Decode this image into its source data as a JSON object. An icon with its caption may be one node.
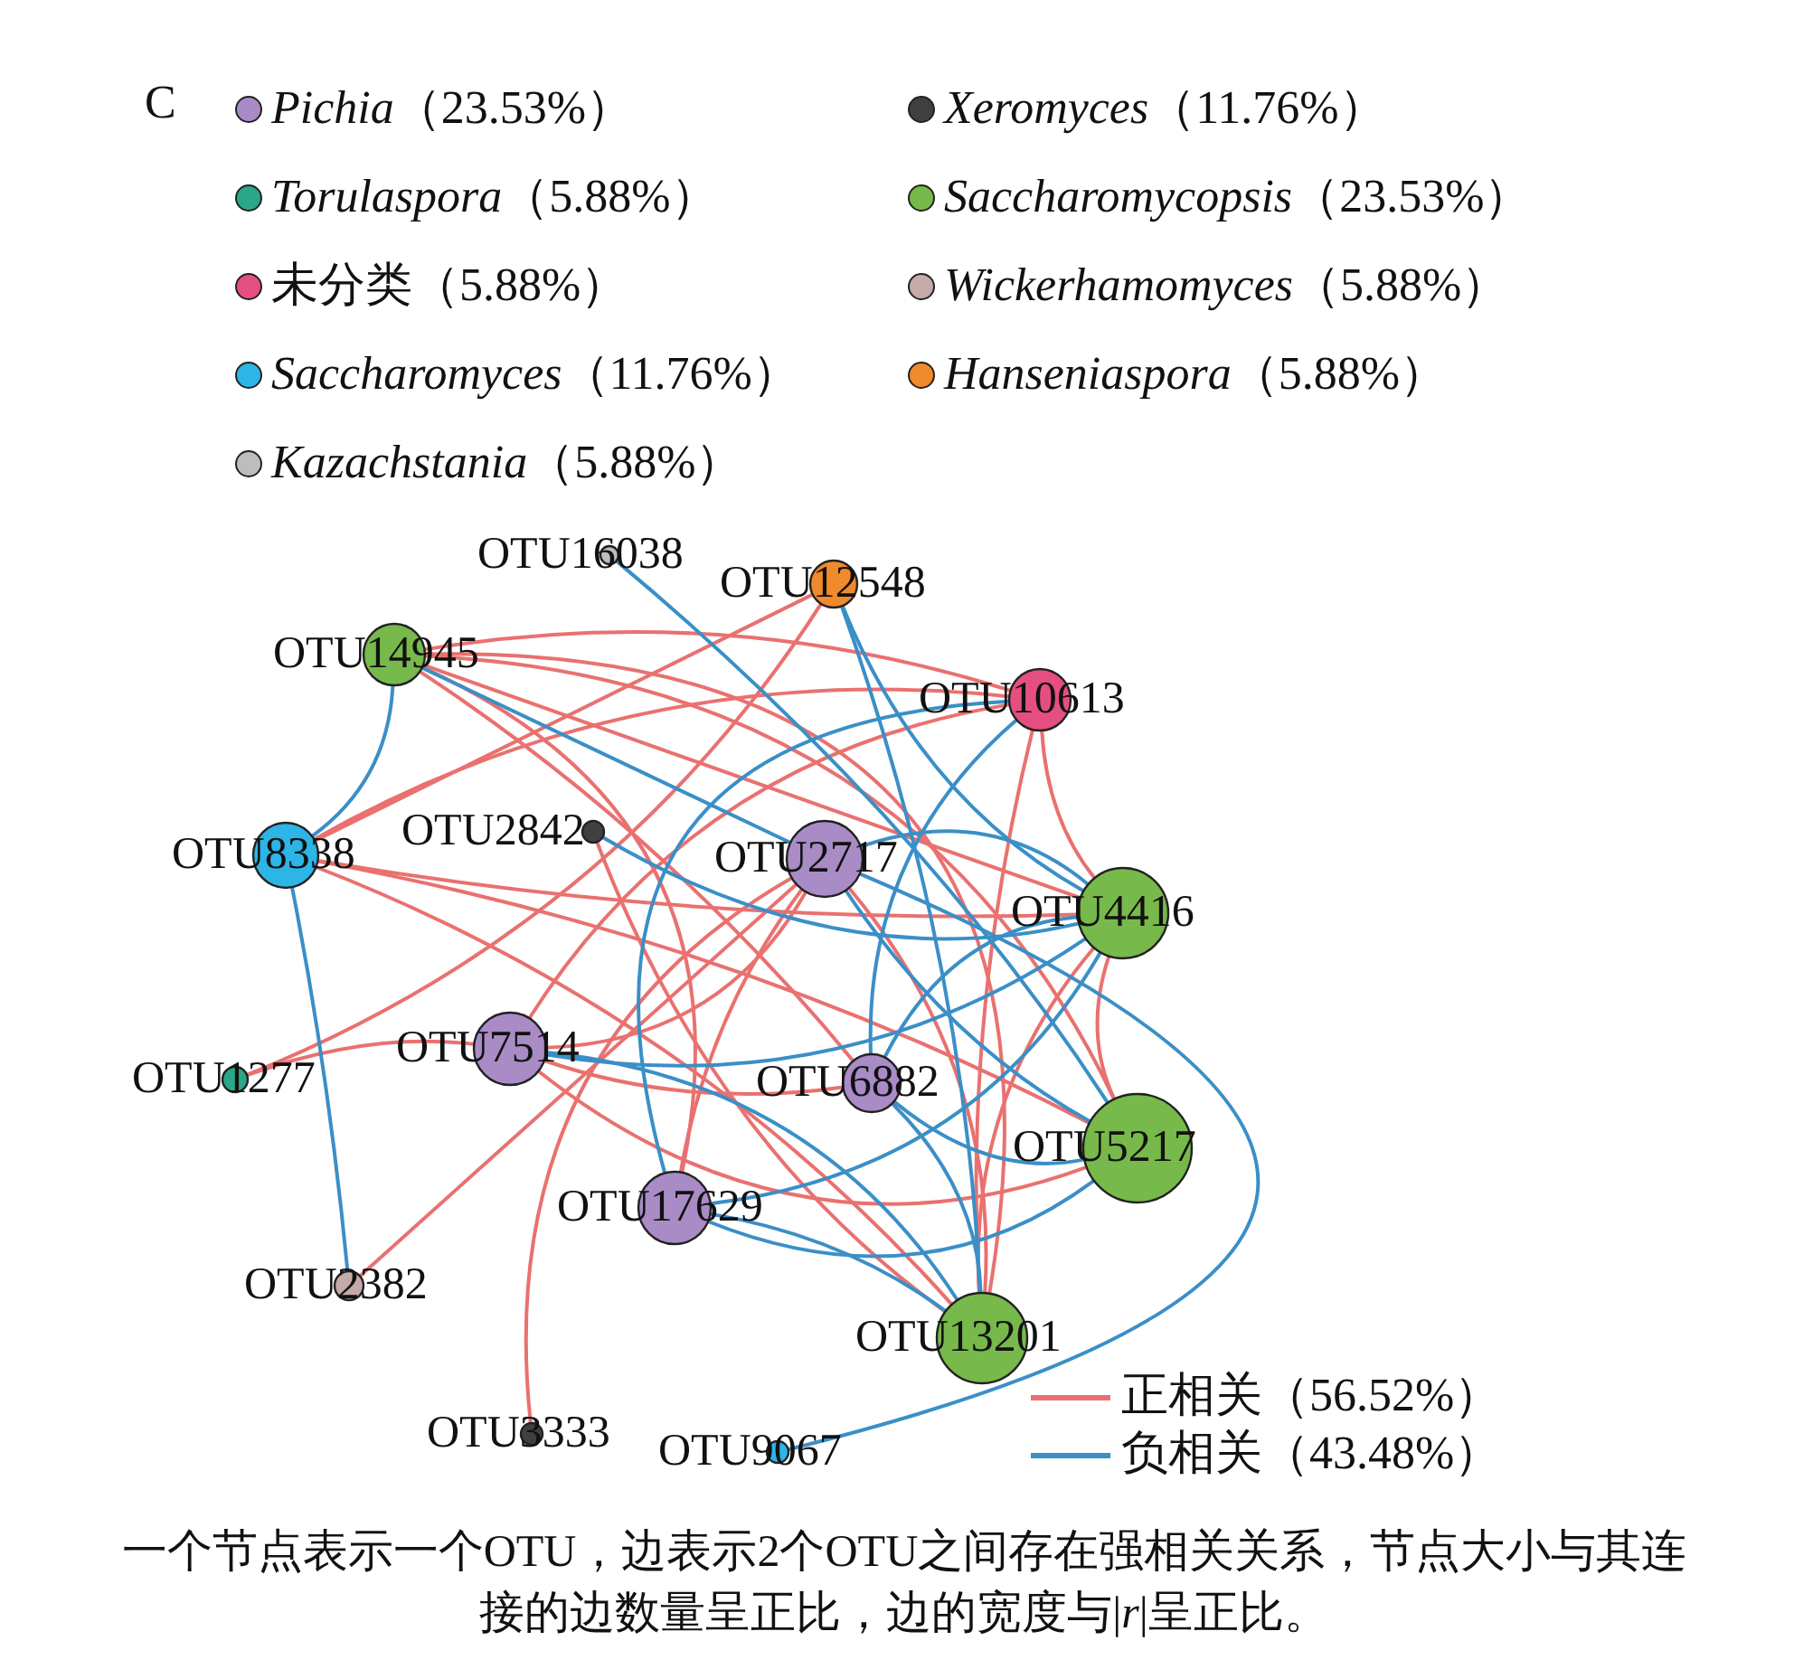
{
  "diagram": {
    "caption": "一个节点表示一个OTU，边表示2个OTU之间存在强相关关系，节点大小与其连接的边数量呈正比，边的宽度与|*r*|呈正比。",
    "nodes": [
      {
        "text": [
          "OTU16038"
        ]
      },
      {
        "text": [
          "OTU12548"
        ]
      },
      {
        "text": [
          "OTU14945"
        ]
      },
      {
        "text": [
          "OTU10613"
        ]
      },
      {
        "text": [
          "OTU8338"
        ]
      },
      {
        "text": [
          "OTU2842"
        ]
      },
      {
        "text": [
          "OTU2717"
        ]
      },
      {
        "text": [
          "OTU4416"
        ]
      },
      {
        "text": [
          "OTU1277"
        ]
      },
      {
        "text": [
          "OTU7514"
        ]
      },
      {
        "text": [
          "OTU6882"
        ]
      },
      {
        "text": [
          "OTU5217"
        ]
      },
      {
        "text": [
          "OTU17629"
        ]
      },
      {
        "text": [
          "OTU2382"
        ]
      },
      {
        "text": [
          "OTU13201"
        ]
      },
      {
        "text": [
          "OTU3333"
        ]
      },
      {
        "text": [
          "OTU9067"
        ]
      }
    ],
    "edges": [
      {
        "from": 2,
        "to": 3,
        "arrow": "none"
      },
      {
        "from": 2,
        "to": 7,
        "arrow": "none"
      },
      {
        "from": 2,
        "to": 11,
        "arrow": "none"
      },
      {
        "from": 2,
        "to": 14,
        "arrow": "none"
      },
      {
        "from": 2,
        "to": 12,
        "arrow": "none"
      },
      {
        "from": 2,
        "to": 10,
        "arrow": "none"
      },
      {
        "from": 4,
        "to": 3,
        "arrow": "none"
      },
      {
        "from": 4,
        "to": 1,
        "arrow": "none"
      },
      {
        "from": 4,
        "to": 7,
        "arrow": "none"
      },
      {
        "from": 4,
        "to": 11,
        "arrow": "none"
      },
      {
        "from": 4,
        "to": 14,
        "arrow": "none"
      },
      {
        "from": 3,
        "to": 7,
        "arrow": "none"
      },
      {
        "from": 3,
        "to": 9,
        "arrow": "none"
      },
      {
        "from": 3,
        "to": 14,
        "arrow": "none"
      },
      {
        "from": 6,
        "to": 9,
        "arrow": "none"
      },
      {
        "from": 6,
        "to": 12,
        "arrow": "none"
      },
      {
        "from": 6,
        "to": 14,
        "arrow": "none"
      },
      {
        "from": 7,
        "to": 11,
        "arrow": "none"
      },
      {
        "from": 7,
        "to": 14,
        "arrow": "none"
      },
      {
        "from": 9,
        "to": 11,
        "arrow": "none"
      },
      {
        "from": 8,
        "to": 9,
        "arrow": "none"
      },
      {
        "from": 8,
        "to": 1,
        "arrow": "none"
      },
      {
        "from": 13,
        "to": 6,
        "arrow": "none"
      },
      {
        "from": 15,
        "to": 6,
        "arrow": "none"
      },
      {
        "from": 5,
        "to": 14,
        "arrow": "none"
      },
      {
        "from": 9,
        "to": 10,
        "arrow": "none"
      },
      {
        "from": 0,
        "to": 11,
        "arrow": "none",
        "color": "#3b8fc7"
      },
      {
        "from": 1,
        "to": 14,
        "arrow": "none",
        "color": "#3b8fc7"
      },
      {
        "from": 2,
        "to": 4,
        "arrow": "none",
        "color": "#3b8fc7"
      },
      {
        "from": 2,
        "to": 6,
        "arrow": "none",
        "color": "#3b8fc7"
      },
      {
        "from": 5,
        "to": 7,
        "arrow": "none",
        "color": "#3b8fc7"
      },
      {
        "from": 4,
        "to": 13,
        "arrow": "none",
        "color": "#3b8fc7"
      },
      {
        "from": 3,
        "to": 12,
        "arrow": "none",
        "color": "#3b8fc7"
      },
      {
        "from": 3,
        "to": 10,
        "arrow": "none",
        "color": "#3b8fc7"
      },
      {
        "from": 6,
        "to": 7,
        "arrow": "none",
        "color": "#3b8fc7"
      },
      {
        "from": 6,
        "to": 11,
        "arrow": "none",
        "color": "#3b8fc7"
      },
      {
        "from": 16,
        "to": 6,
        "arrow": "none",
        "color": "#3b8fc7"
      },
      {
        "from": 9,
        "to": 7,
        "arrow": "none",
        "color": "#3b8fc7"
      },
      {
        "from": 9,
        "to": 14,
        "arrow": "none",
        "color": "#3b8fc7"
      },
      {
        "from": 12,
        "to": 11,
        "arrow": "none",
        "color": "#3b8fc7"
      },
      {
        "from": 12,
        "to": 14,
        "arrow": "none",
        "color": "#3b8fc7"
      },
      {
        "from": 12,
        "to": 7,
        "arrow": "none",
        "color": "#3b8fc7"
      },
      {
        "from": 10,
        "to": 14,
        "arrow": "none",
        "color": "#3b8fc7"
      },
      {
        "from": 10,
        "to": 11,
        "arrow": "none",
        "color": "#3b8fc7"
      },
      {
        "from": 10,
        "to": 7,
        "arrow": "none",
        "color": "#3b8fc7"
      },
      {
        "from": 1,
        "to": 7,
        "arrow": "none",
        "color": "#3b8fc7"
      }
    ],
    "labels": [
      "C"
    ],
    "legend": [
      {
        "text": "*Pichia*（23.53%）",
        "color": "#a98bc6"
      },
      {
        "text": "*Xeromyces*（11.76%）",
        "color": "#404040"
      },
      {
        "text": "*Torulaspora*（5.88%）",
        "color": "#2aa788"
      },
      {
        "text": "*Saccharomycopsis*（23.53%）",
        "color": "#77b94a"
      },
      {
        "text": "未分类（5.88%）",
        "color": "#e54f80"
      },
      {
        "text": "*Wickerhamomyces*（5.88%）",
        "color": "#c4aaa8"
      },
      {
        "text": "*Saccharomyces*（11.76%）",
        "color": "#2cb5e6"
      },
      {
        "text": "*Hanseniaspora*（5.88%）",
        "color": "#f08a2c"
      },
      {
        "text": "*Kazachstania*（5.88%）",
        "color": "#bdbdbd"
      },
      {
        "text": "正相关（56.52%）"
      },
      {
        "text": "负相关（43.48%）"
      }
    ]
  }
}
